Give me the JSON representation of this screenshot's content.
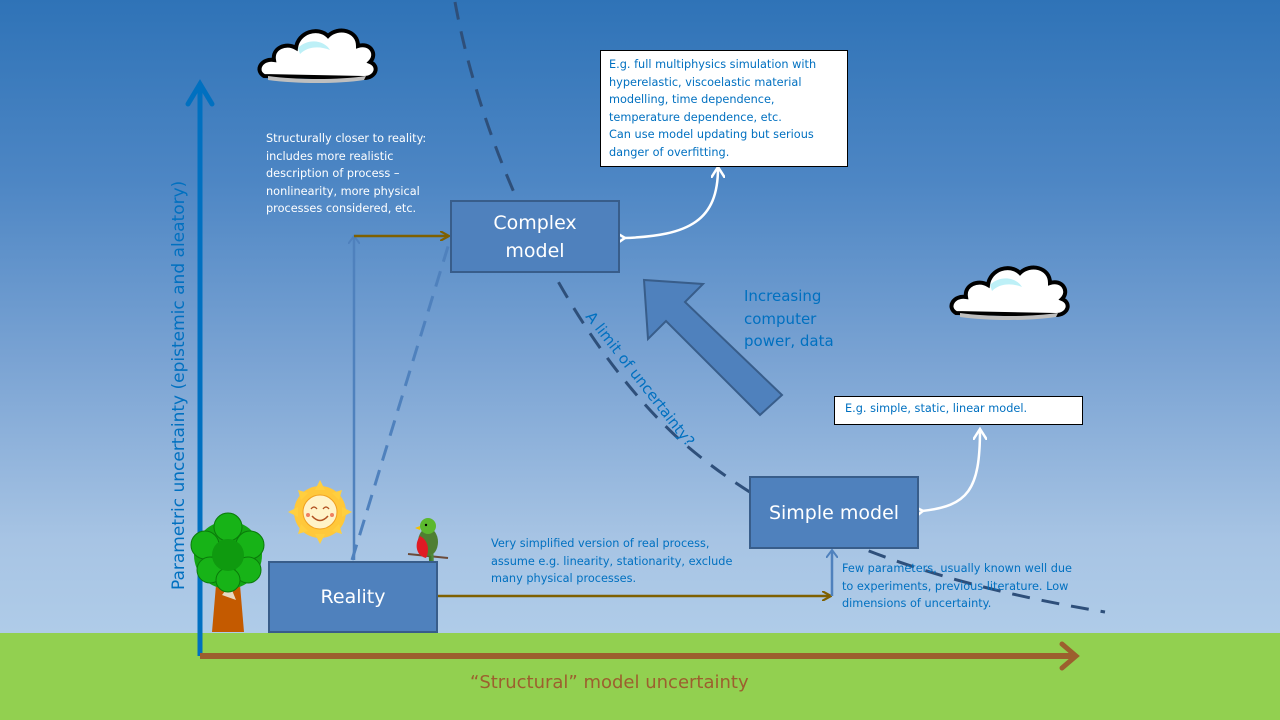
{
  "title": "Model uncertainty diagram",
  "axes": {
    "y_label": "Parametric uncertainty (epistemic and aleatory)",
    "x_label": "“Structural” model uncertainty"
  },
  "boxes": {
    "reality": "Reality",
    "complex_model_line1": "Complex",
    "complex_model_line2": "model",
    "simple_model": "Simple model"
  },
  "notes": {
    "structural_closer": [
      "Structurally closer to reality:",
      "includes more realistic",
      "description of process –",
      "nonlinearity, more physical",
      "processes considered, etc."
    ],
    "very_simplified": [
      "Very simplified version of real process,",
      "assume e.g. linearity, stationarity, exclude",
      "many physical processes."
    ],
    "few_parameters": [
      "Few parameters, usually known well due",
      "to experiments, previous literature. Low",
      "dimensions of uncertainty."
    ],
    "increasing_power": [
      "Increasing",
      "computer",
      "power, data"
    ],
    "limit_of_uncertainty": "A limit of uncertainty?"
  },
  "callouts": {
    "complex_example": [
      "E.g. full multiphysics simulation with",
      "hyperelastic, viscoelastic material",
      "modelling, time dependence,",
      "temperature dependence, etc.",
      "Can use model updating but serious",
      "danger of overfitting."
    ],
    "simple_example": "E.g. simple, static, linear model."
  },
  "colors": {
    "sky_top": "#2f73b7",
    "sky_bottom": "#b7d3ec",
    "ground": "#92d050",
    "box_fill": "#4f81bd",
    "box_border": "#385d8a",
    "text_blue": "#0070c0",
    "x_axis": "#9c5f2e",
    "y_axis": "#0070c0",
    "dashed_curve": "#2e4f7a",
    "brown_arrow": "#7f6000"
  },
  "decorations": [
    "cloud-icon",
    "cloud-icon",
    "sun-icon",
    "tree-icon",
    "quetzal-bird-icon"
  ]
}
